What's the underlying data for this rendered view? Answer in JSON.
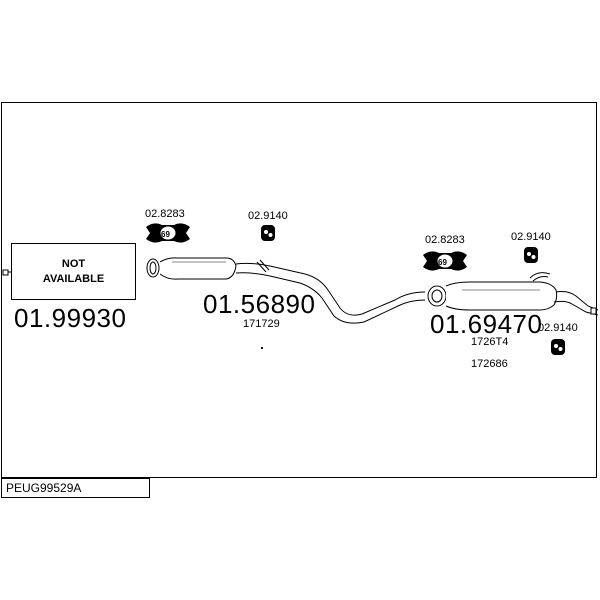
{
  "diagram_code": "PEUG99529A",
  "not_available": {
    "line1": "NOT",
    "line2": "AVAILABLE"
  },
  "parts": {
    "front_pipe": {
      "number": "01.99930"
    },
    "middle_silencer": {
      "number": "01.56890",
      "ref": "171729"
    },
    "rear_silencer": {
      "number": "01.69470",
      "ref1": "1726T4",
      "ref2": "172686"
    }
  },
  "accessories": {
    "clamp_left": {
      "number": "02.8283",
      "icon": "clamp-icon",
      "badge": "69"
    },
    "hanger_left": {
      "number": "02.9140",
      "icon": "rubber-hanger-icon"
    },
    "clamp_right": {
      "number": "02.8283",
      "icon": "clamp-icon",
      "badge": "69"
    },
    "hanger_right_top": {
      "number": "02.9140",
      "icon": "rubber-hanger-icon"
    },
    "hanger_right_bottom": {
      "number": "02.9140",
      "icon": "rubber-hanger-icon"
    }
  }
}
